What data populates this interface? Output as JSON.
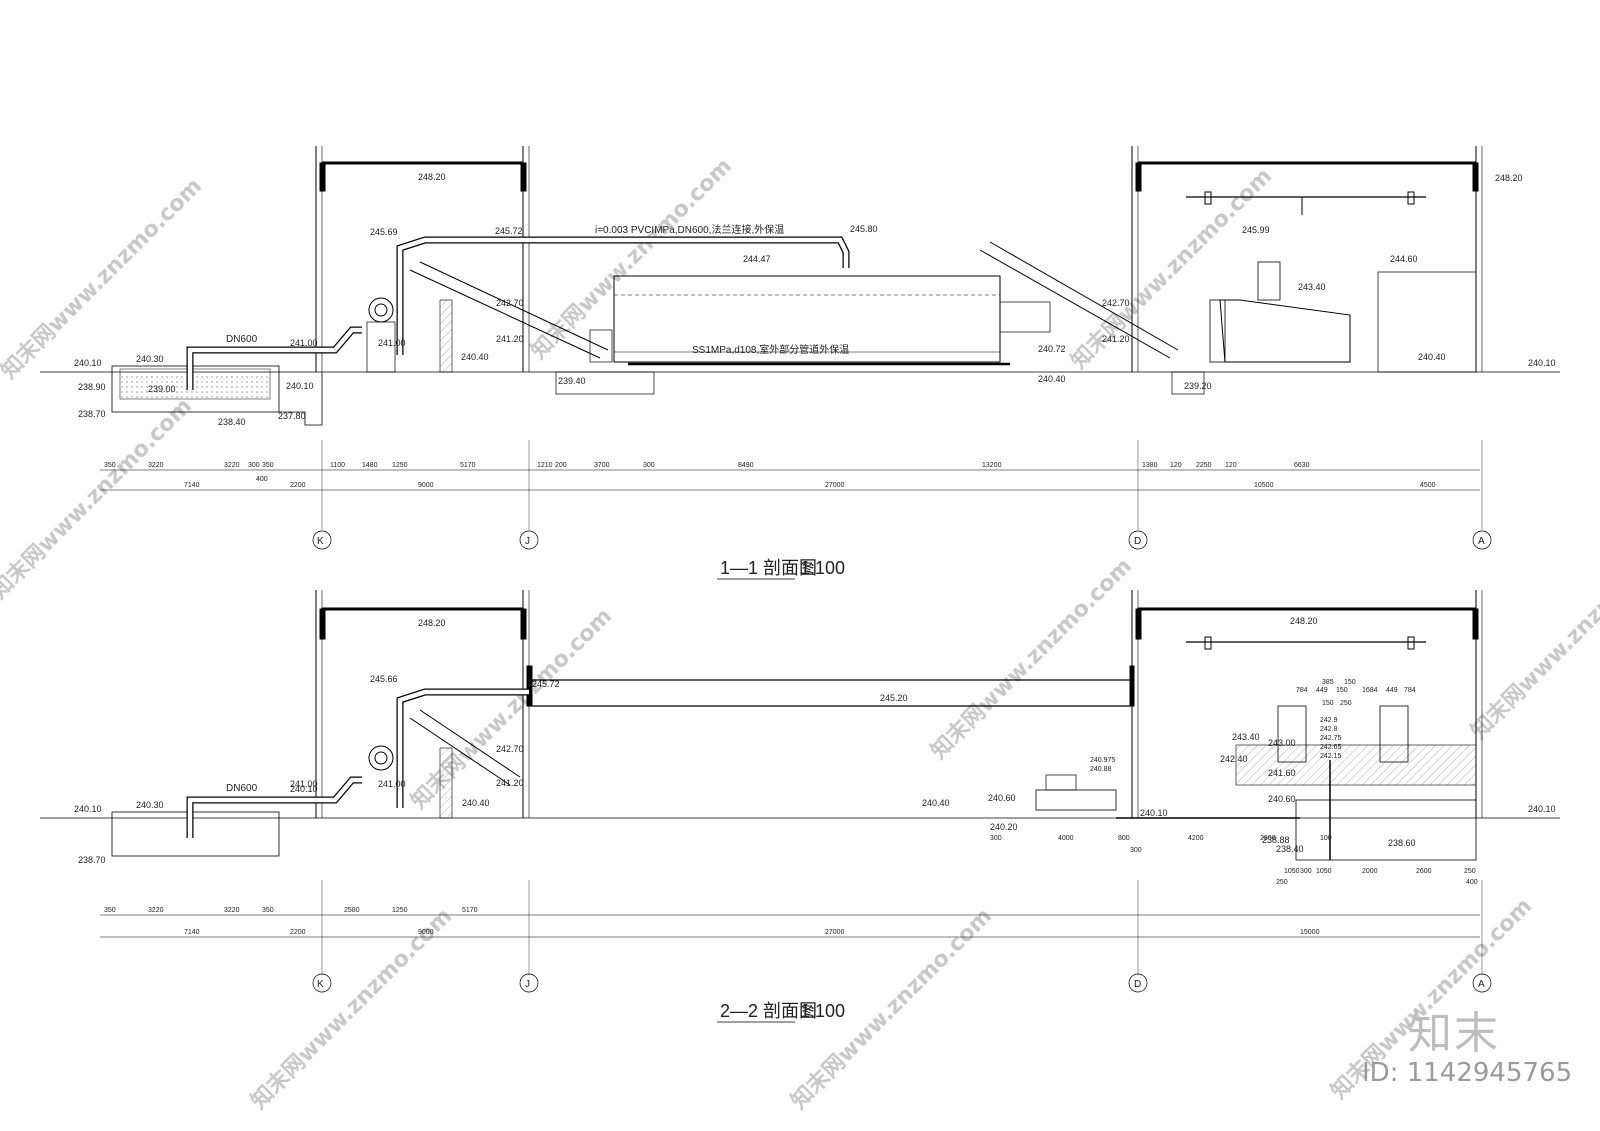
{
  "watermark": "知末网www.znzmo.com",
  "brand": "知末",
  "id_label": "ID: 1142945765",
  "section1": {
    "title": "1—1 剖面图",
    "scale": "1:100",
    "pipe_label": "i=0.003  PVCIMPa,DN600,法兰连接,外保温",
    "pipe_label2": "SS1MPa,d108,室外部分管道外保温",
    "dn_label": "DN600",
    "elevations": [
      "248.20",
      "245.69",
      "245.72",
      "245.80",
      "244.47",
      "245.99",
      "243.40",
      "244.60",
      "242.70",
      "241.20",
      "240.40",
      "240.72",
      "240.40",
      "242.70",
      "241.20",
      "240.40",
      "240.10",
      "240.30",
      "238.90",
      "239.00",
      "238.70",
      "238.40",
      "237.80",
      "240.10",
      "241.00",
      "241.00",
      "239.40",
      "239.20",
      "248.20",
      "240.10"
    ],
    "dims_row1": [
      "350",
      "3220",
      "3220",
      "300",
      "350",
      "400",
      "1100",
      "1480",
      "1250",
      "5170",
      "1210",
      "200",
      "3700",
      "300",
      "8490",
      "13200",
      "1380",
      "120",
      "2250",
      "120",
      "6630"
    ],
    "dims_row2": [
      "7140",
      "2200",
      "9000",
      "27000",
      "10500",
      "4500"
    ],
    "axes": [
      "K",
      "J",
      "D",
      "A"
    ]
  },
  "section2": {
    "title": "2—2 剖面图",
    "scale": "1:100",
    "dn_label": "DN600",
    "elevations": [
      "248.20",
      "245.66",
      "245.72",
      "245.20",
      "248.20",
      "242.70",
      "241.20",
      "240.40",
      "240.10",
      "240.30",
      "238.70",
      "240.10",
      "241.00",
      "241.00",
      "240.40",
      "240.60",
      "240.20",
      "240.10",
      "243.40",
      "243.00",
      "242.40",
      "241.60",
      "240.60",
      "238.88",
      "238.40",
      "238.60",
      "240.10"
    ],
    "equip_elev": [
      "242.9",
      "242.8",
      "242.75",
      "242.65",
      "242.15",
      "240.975",
      "240.88"
    ],
    "dims_row1": [
      "350",
      "3220",
      "3220",
      "350",
      "2580",
      "1250",
      "5170",
      "300",
      "4000",
      "800",
      "300",
      "4200",
      "2800",
      "100",
      "250",
      "1050",
      "300",
      "1050",
      "2000",
      "2600",
      "250",
      "400"
    ],
    "dims_top": [
      "385",
      "150",
      "784",
      "449",
      "150",
      "1684",
      "449",
      "784",
      "150",
      "250"
    ],
    "dims_row2": [
      "7140",
      "2200",
      "9000",
      "27000",
      "15000"
    ],
    "axes": [
      "K",
      "J",
      "D",
      "A"
    ]
  }
}
